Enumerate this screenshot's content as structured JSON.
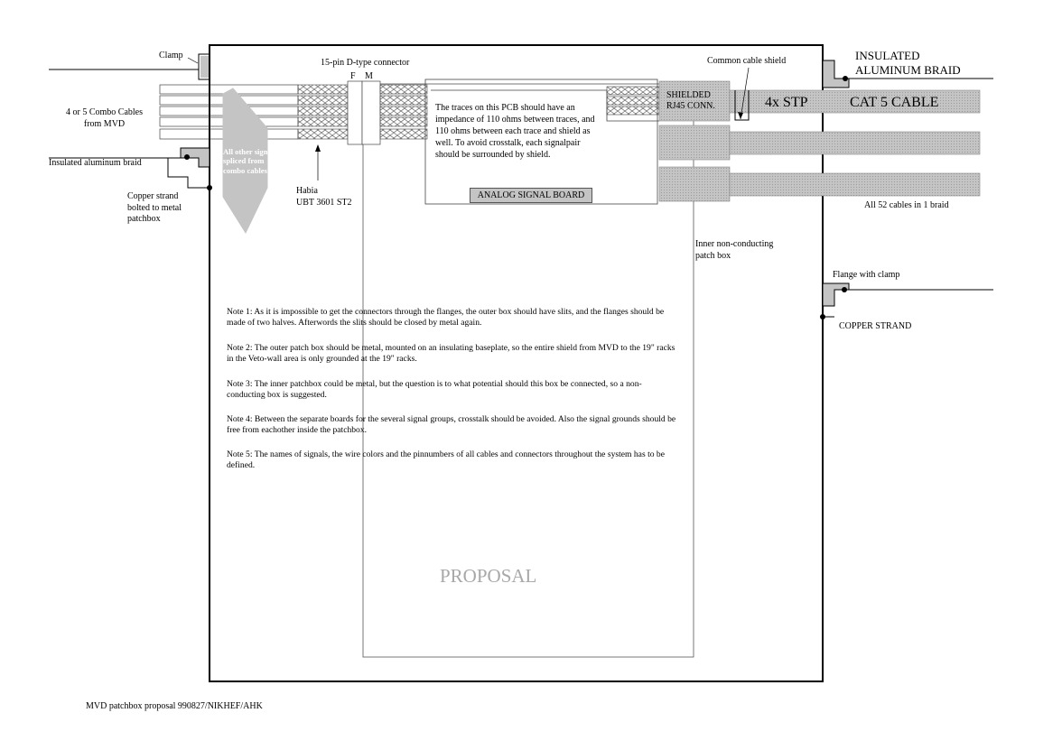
{
  "labels": {
    "clamp": "Clamp",
    "connector_15pin": "15-pin D-type connector",
    "pin_f": "F",
    "pin_m": "M",
    "common_shield": "Common cable shield",
    "insulated_braid_top": "INSULATED\nALUMINUM BRAID",
    "combo_cables": "4 or 5 Combo Cables\nfrom MVD",
    "insulated_braid_left": "Insulated aluminum braid",
    "copper_strand_left": "Copper strand\nbolted to metal\npatchbox",
    "splice_note": "All other signals spliced from combo cables",
    "habia": "Habia\nUBT 3601 ST2",
    "pcb_note": "The traces on this PCB should have an impedance of 110 ohms between traces, and 110 ohms between each trace and shield as well. To avoid crosstalk, each signalpair should be surrounded by shield.",
    "analog_board": "ANALOG SIGNAL BOARD",
    "shielded_rj45": "SHIELDED\nRJ45 CONN.",
    "stp": "4x STP",
    "cat5": "CAT 5 CABLE",
    "all_cables": "All 52 cables in 1 braid",
    "inner_box": "Inner non-conducting\npatch box",
    "flange_clamp": "Flange with clamp",
    "copper_strand_right": "COPPER STRAND",
    "proposal": "PROPOSAL",
    "footer": "MVD patchbox proposal 990827/NIKHEF/AHK"
  },
  "notes": [
    "Note 1: As it is impossible to get the connectors through the flanges, the outer box should have slits, and the flanges should be made of two halves. Afterwords the slits should be closed by metal again.",
    "Note 2: The outer patch box should be metal, mounted on an insulating baseplate, so the entire shield from MVD to the 19\" racks in the Veto-wall area is only grounded at the 19\" racks.",
    "Note 3: The inner patchbox could be metal, but the question is to what potential should this box be connected, so a non-conducting box is suggested.",
    "Note 4: Between the separate boards for the several signal groups, crosstalk should be avoided. Also the signal grounds should be free from eachother inside the patchbox.",
    "Note 5: The names of signals, the wire colors and the pinnumbers of all cables and connectors throughout the system has to be defined."
  ],
  "colors": {
    "cable_fill": "#c8c8c8",
    "proposal_text": "#a8a8a8",
    "line": "#000000"
  }
}
